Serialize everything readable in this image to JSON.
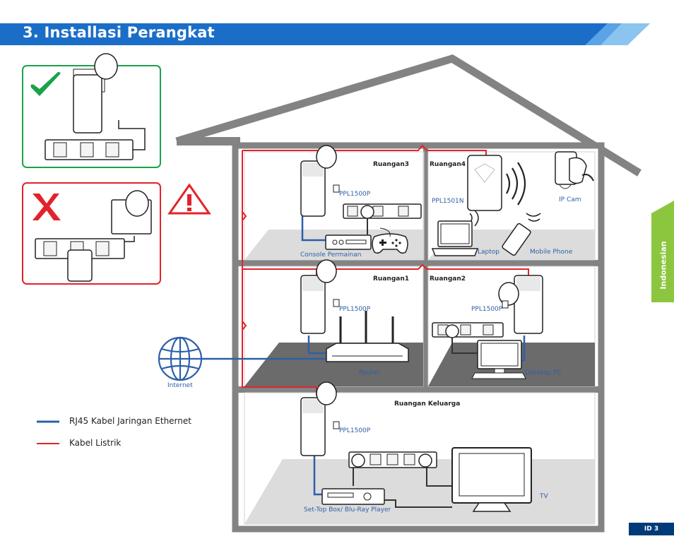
{
  "header": {
    "title": "3. Installasi Perangkat",
    "bar_color": "#1a6ec8",
    "stripe_color": "#7ab8ec"
  },
  "side_tab": {
    "label": "Indonesian",
    "color": "#8cc63f"
  },
  "page_badge": {
    "label": "ID 3"
  },
  "correct_example": {
    "mark_icon": "check-icon",
    "border_color": "#1aa24a"
  },
  "wrong_example": {
    "mark_icon": "x-icon",
    "border_color": "#e2232a",
    "warning_icon": "warning-icon"
  },
  "house": {
    "rooms": {
      "room3": "Ruangan3",
      "room4": "Ruangan4",
      "room1": "Ruangan1",
      "room2": "Ruangan2",
      "family": "Ruangan Keluarga"
    },
    "labels": {
      "ppl_room3": "PPL1500P",
      "ppl_room4": "PPL1501N",
      "ppl_room1": "PPL1500P",
      "ppl_room2": "PPL1500P",
      "ppl_family": "PPL1500P",
      "ipcam": "IP Cam",
      "console": "Console Permainan",
      "laptop": "Laptop",
      "phone": "Mobile Phone",
      "router": "Router",
      "desktop": "Desktop PC",
      "stb": "Set-Top Box/ Blu-Ray Player",
      "tv": "TV",
      "internet": "Internet"
    }
  },
  "legend": {
    "ethernet": {
      "label": "RJ45 Kabel Jaringan Ethernet",
      "color": "#2e5fa8"
    },
    "power": {
      "label": "Kabel Listrik",
      "color": "#e2232a"
    }
  }
}
